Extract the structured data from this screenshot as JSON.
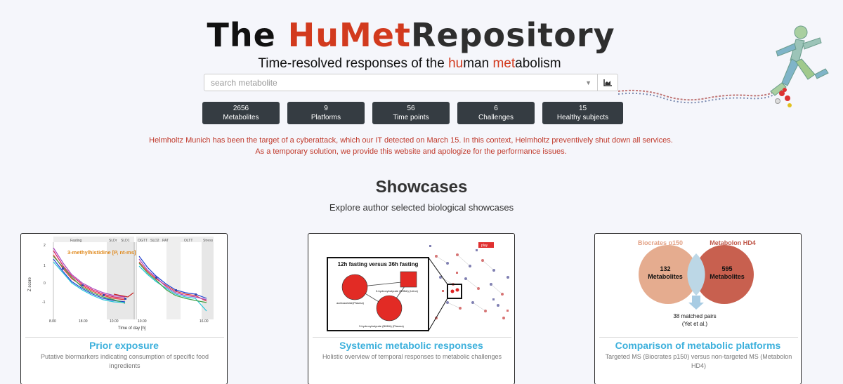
{
  "header": {
    "title_the": "The",
    "title_humet": "HuMet",
    "title_repo": "Repository",
    "subtitle_pre": "Time-resolved responses of the",
    "subtitle_hu": "hu",
    "subtitle_man": "man",
    "subtitle_met": "met",
    "subtitle_abolism": "abolism"
  },
  "search": {
    "placeholder": "search metabolite"
  },
  "stats": [
    {
      "value": "2656",
      "label": "Metabolites"
    },
    {
      "value": "9",
      "label": "Platforms"
    },
    {
      "value": "56",
      "label": "Time points"
    },
    {
      "value": "6",
      "label": "Challenges"
    },
    {
      "value": "15",
      "label": "Healthy subjects"
    }
  ],
  "notice": "Helmholtz Munich has been the target of a cyberattack, which our IT detected on March 15. In this context, Helmholtz preventively shut down all services. As a temporary solution, we provide this website and apologize for the performance issues.",
  "showcases": {
    "title": "Showcases",
    "subtitle": "Explore author selected biological showcases",
    "cards": [
      {
        "title": "Prior exposure",
        "description": "Putative biormarkers indicating consumption of specific food ingredients",
        "chart": {
          "metabolite_label": "3-methylhistidine [P, nt-ms]",
          "phases_left": [
            "Fasting",
            "SLDr",
            "SLD1"
          ],
          "phases_right": [
            "OGTT",
            "SLD2",
            "PAT",
            "OLTT",
            "Stress"
          ],
          "y_axis_label": "Z score",
          "y_ticks": [
            "2",
            "1",
            "0",
            "-1"
          ],
          "x_ticks_left": [
            "8.00",
            "18.00",
            "10.00"
          ],
          "x_ticks_right": [
            "10.00",
            "16.00"
          ],
          "x_axis_label": "Time of day [h]"
        }
      },
      {
        "title": "Systemic metabolic responses",
        "description": "Holistic overview of temporal responses to metabolic challenges",
        "chart": {
          "box_title": "12h fasting versus 36h fasting",
          "node_acetoacetate": "acetoacetate(Plasma)",
          "node_bhba_urine": "3-hydroxybutyrate (BHBA) (Urine)",
          "node_bhba_plasma": "3-hydroxybutyrate (BHBA) (Plasma)",
          "play_label": "play"
        }
      },
      {
        "title": "Comparison of metabolic platforms",
        "description": "Targeted MS (Biocrates p150) versus non-targeted MS (Metabolon HD4)",
        "chart": {
          "left_name": "Biocrates p150",
          "right_name": "Metabolon HD4",
          "left_count": "132",
          "left_unit": "Metabolites",
          "right_count": "595",
          "right_unit": "Metabolites",
          "overlap_line1": "38 matched pairs",
          "overlap_line2": "(Yet et al.)"
        }
      }
    ]
  },
  "colors": {
    "accent_red": "#d23a1e",
    "link_blue": "#3cb0dc",
    "stat_bg": "#353c42",
    "notice_red": "#c0392b"
  }
}
